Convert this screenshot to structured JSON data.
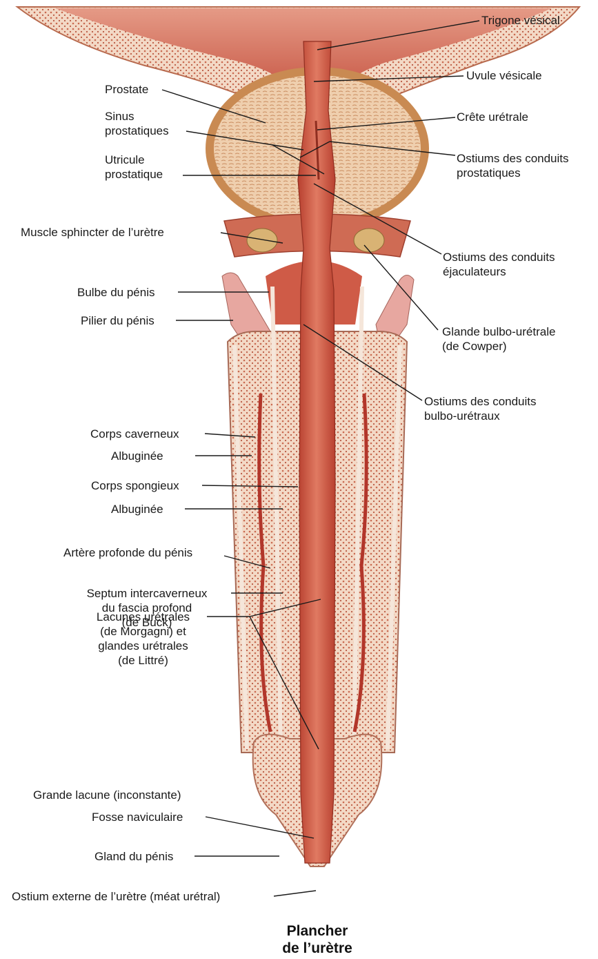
{
  "caption": "Plancher\nde l’urètre",
  "colors": {
    "mucosa": "#c44a3c",
    "urethra": "#d35a46",
    "tissue": "#e8b99c",
    "pale": "#f1d2bb",
    "capsule": "#c98a52",
    "gland": "#d9b374",
    "tunica": "#f6e9dd",
    "spongy": "#d98a78",
    "line": "#1a1a1a"
  },
  "labels": {
    "trigone": "Trigone vésical",
    "uvule": "Uvule vésicale",
    "crete": "Crête urétrale",
    "ostiums_prostatiques": "Ostiums des conduits\nprostatiques",
    "prostate": "Prostate",
    "sinus": "Sinus\nprostatiques",
    "utricule": "Utricule\nprostatique",
    "sphincter": "Muscle sphincter de l’urètre",
    "ostiums_ejaculateurs": "Ostiums des conduits\néjaculateurs",
    "bulbe": "Bulbe du pénis",
    "pilier": "Pilier du pénis",
    "cowper": "Glande bulbo-urétrale\n(de Cowper)",
    "ostiums_bulbo": "Ostiums des conduits\nbulbo-urétraux",
    "corps_caverneux": "Corps caverneux",
    "albuginee_1": "Albuginée",
    "corps_spongieux": "Corps spongieux",
    "albuginee_2": "Albuginée",
    "artere": "Artère profonde du pénis",
    "septum": "Septum intercaverneux\ndu fascia profond\n(de Buck)",
    "lacunes": "Lacunes urétrales\n(de Morgagni) et\nglandes urétrales\n(de Littré)",
    "grande_lacune": "Grande lacune (inconstante)",
    "fosse": "Fosse naviculaire",
    "gland": "Gland du pénis",
    "ostium_externe": "Ostium externe de l’urètre (méat urétral)"
  }
}
